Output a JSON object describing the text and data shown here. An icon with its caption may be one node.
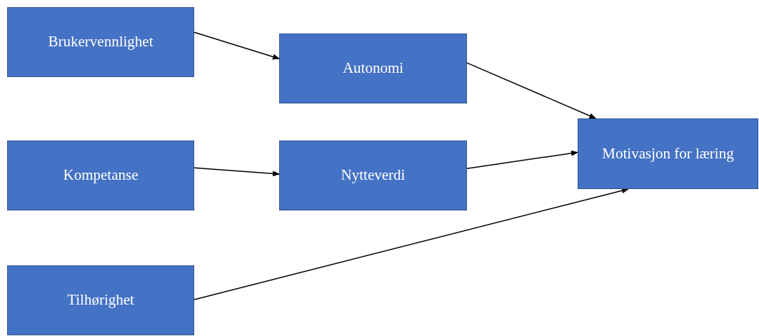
{
  "diagram": {
    "nodes": [
      {
        "text": [
          "Brukervennlighet"
        ]
      },
      {
        "text": [
          "Autonomi"
        ]
      },
      {
        "text": [
          "Kompetanse"
        ]
      },
      {
        "text": [
          "Nytteverdi"
        ]
      },
      {
        "text": [
          "Motivasjon for læring"
        ]
      },
      {
        "text": [
          "Tilhørighet"
        ]
      }
    ],
    "edges": [
      {
        "from": 0,
        "to": 1,
        "arrow": "to"
      },
      {
        "from": 1,
        "to": 4,
        "arrow": "to"
      },
      {
        "from": 2,
        "to": 3,
        "arrow": "to"
      },
      {
        "from": 3,
        "to": 4,
        "arrow": "to"
      },
      {
        "from": 5,
        "to": 4,
        "arrow": "to"
      }
    ]
  }
}
